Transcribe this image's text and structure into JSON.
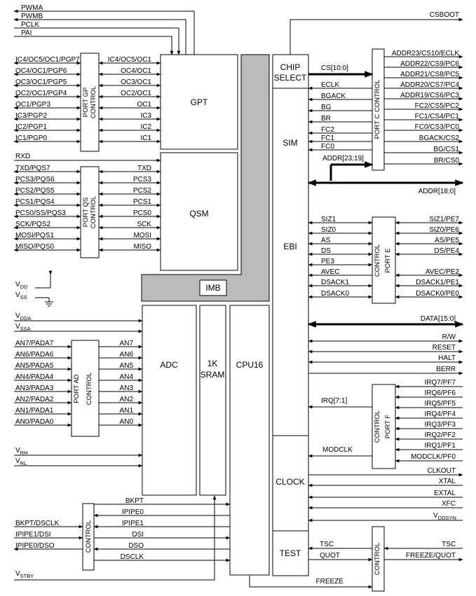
{
  "blocks": {
    "gpt": "GPT",
    "qsm": "QSM",
    "imb": "IMB",
    "adc": "ADC",
    "sram_line1": "1K",
    "sram_line2": "SRAM",
    "cpu16": "CPU16",
    "chip_select_line1": "CHIP",
    "chip_select_line2": "SELECT",
    "sim": "SIM",
    "ebi": "EBI",
    "clock": "CLOCK",
    "test": "TEST"
  },
  "control_labels": {
    "port_gp": [
      "PORT GP",
      "CONTROL"
    ],
    "port_qs": [
      "PORT QS",
      "CONTROL"
    ],
    "port_ad": [
      "PORT AD",
      "CONTROL"
    ],
    "port_c": [
      "PORT C",
      "CONTROL"
    ],
    "port_e": [
      "CONTROL",
      "PORT E"
    ],
    "port_f": [
      "CONTROL",
      "PORT F"
    ],
    "bkpt": [
      "CONTROL"
    ],
    "test": [
      "CONTROL"
    ]
  },
  "top_signals": [
    "PWMA",
    "PWMB",
    "PCLK",
    "PAI"
  ],
  "gpt_pins": [
    "IC4/OC5/OC1/PGP7",
    "OC4/OC1/PGP6",
    "OC3/OC1/PGP5",
    "OC2/OC1/PGP4",
    "OC1/PGP3",
    "IC3/PGP2",
    "IC2/PGP1",
    "IC1/PGP0"
  ],
  "gpt_internal": [
    "IC4/OC5/OC1",
    "OC4/OC1",
    "OC3/OC1",
    "OC2/OC1",
    "OC1",
    "IC3",
    "IC2",
    "IC1"
  ],
  "rxd": "RXD",
  "qsm_pins": [
    "TXD/PQS7",
    "PCS3/PQS6",
    "PCS2/PQS5",
    "PCS1/PQS4",
    "PCS0/SS/PQS3",
    "SCK/PQS2",
    "MOSI/PQS1",
    "MISO/PQS0"
  ],
  "qsm_internal": [
    "TXD",
    "PCS3",
    "PCS2",
    "PCS1",
    "PCS0",
    "SCK",
    "MOSI",
    "MISO"
  ],
  "power": {
    "vdd": "V",
    "vdd_sub": "DD",
    "vss": "V",
    "vss_sub": "SS"
  },
  "adc_power": {
    "vdda": "V",
    "vdda_sub": "DDA",
    "vssa": "V",
    "vssa_sub": "SSA"
  },
  "adc_pins": [
    "AN7/PADA7",
    "AN6/PADA6",
    "AN5/PADA5",
    "AN4/PADA4",
    "AN3/PADA3",
    "AN2/PADA2",
    "AN1/PADA1",
    "AN0/PADA0"
  ],
  "adc_internal": [
    "AN7",
    "AN6",
    "AN5",
    "AN4",
    "AN3",
    "AN2",
    "AN1",
    "AN0"
  ],
  "adc_ref": {
    "vrh": "V",
    "vrh_sub": "RH",
    "vrl": "V",
    "vrl_sub": "RL"
  },
  "bkpt_pins": [
    "BKPT/DSCLK",
    "IPIPE1/DSI",
    "IPIPE0/DSO"
  ],
  "bkpt_internal": [
    "BKPT",
    "IPIPE0",
    "IPIPE1",
    "DSI",
    "DSO",
    "DSCLK"
  ],
  "vstby": {
    "main": "V",
    "sub": "STBY"
  },
  "csboot": "CSBOOT",
  "cs_bus": "CS[10:0]",
  "sim_internal": [
    "ECLK",
    "BGACK",
    "BG",
    "BR",
    "FC2",
    "FC1",
    "FC0"
  ],
  "addr_bus_upper": "ADDR[23:19]",
  "addr_bus_lower": "ADDR[18:0]",
  "port_c_pins": [
    "ADDR23/CS10/ECLK",
    "ADDR22/CS9/PC6",
    "ADDR21/CS8/PC5",
    "ADDR20/CS7/PC4",
    "ADDR19/CS6/PC3",
    "FC2/CS5/PC2",
    "FC1/CS4/PC1",
    "FC0/CS3/PC0",
    "BGACK/CS2",
    "BG/CS1",
    "BR/CS0"
  ],
  "ebi_internal": [
    "SIZ1",
    "SIZ0",
    "AS",
    "DS",
    "PE3",
    "AVEC",
    "DSACK1",
    "DSACK0"
  ],
  "port_e_pins": [
    "SIZ1/PE7",
    "SIZ0/PE6",
    "AS/PE5",
    "DS/PE4",
    "AVEC/PE2",
    "DSACK1/PE1",
    "DSACK0/PE0"
  ],
  "data_bus": "DATA[15:0]",
  "bus_controls": [
    "R/W",
    "RESET",
    "HALT",
    "BERR"
  ],
  "irq_bus": "IRQ[7:1]",
  "port_f_pins": [
    "IRQ7/PF7",
    "IRQ6/PF6",
    "IRQ5/PF5",
    "IRQ4/PF4",
    "IRQ3/PF3",
    "IRQ2/PF2",
    "IRQ1/PF1",
    "MODCLK/PF0"
  ],
  "modclk": "MODCLK",
  "clock_pins": [
    "CLKOUT",
    "XTAL",
    "EXTAL",
    "XFC"
  ],
  "vddsyn": {
    "main": "V",
    "sub": "DDSYN"
  },
  "test_internal": [
    "TSC",
    "QUOT"
  ],
  "test_pins": [
    "TSC",
    "FREEZE/QUOT"
  ],
  "freeze": "FREEZE"
}
